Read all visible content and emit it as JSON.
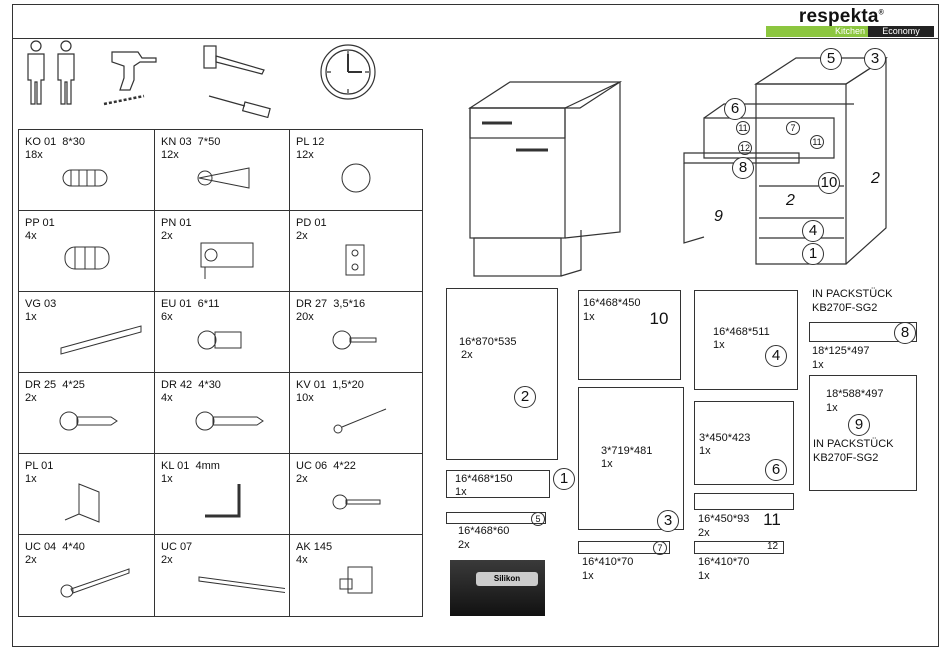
{
  "header": {
    "brand": "respekta",
    "brand_mark": "®",
    "line_kitchen": "Kitchen",
    "line_economy": "Economy"
  },
  "parts": [
    {
      "code": "KO 01  8*30",
      "qty": "18x",
      "icon": "dowel-icon"
    },
    {
      "code": "KN 03  7*50",
      "qty": "12x",
      "icon": "wall-plug-icon"
    },
    {
      "code": "PL 12",
      "qty": "12x",
      "icon": "cover-cap-icon"
    },
    {
      "code": "PP 01",
      "qty": "4x",
      "icon": "adjustable-foot-icon"
    },
    {
      "code": "PN 01",
      "qty": "2x",
      "icon": "hinge-icon"
    },
    {
      "code": "PD 01",
      "qty": "2x",
      "icon": "hinge-plate-icon"
    },
    {
      "code": "VG 03",
      "qty": "1x",
      "icon": "drawer-runner-icon"
    },
    {
      "code": "EU 01  6*11",
      "qty": "6x",
      "icon": "euro-screw-icon"
    },
    {
      "code": "DR 27  3,5*16",
      "qty": "20x",
      "icon": "short-screw-icon"
    },
    {
      "code": "DR 25  4*25",
      "qty": "2x",
      "icon": "screw-25-icon"
    },
    {
      "code": "DR 42  4*30",
      "qty": "4x",
      "icon": "screw-30-icon"
    },
    {
      "code": "KV 01  1,5*20",
      "qty": "10x",
      "icon": "nail-icon"
    },
    {
      "code": "PL 01",
      "qty": "1x",
      "icon": "corner-bracket-icon"
    },
    {
      "code": "KL 01  4mm",
      "qty": "1x",
      "icon": "allen-key-icon"
    },
    {
      "code": "UC 06  4*22",
      "qty": "2x",
      "icon": "handle-screw-22-icon"
    },
    {
      "code": "UC 04  4*40",
      "qty": "2x",
      "icon": "long-screw-icon"
    },
    {
      "code": "UC 07",
      "qty": "2x",
      "icon": "handle-bar-icon"
    },
    {
      "code": "AK 145",
      "qty": "4x",
      "icon": "shelf-support-icon"
    }
  ],
  "panels": {
    "p2": {
      "dims": "16*870*535",
      "qty": "2x",
      "num": "2"
    },
    "p1": {
      "dims": "16*468*150",
      "qty": "1x",
      "num": "1"
    },
    "p5": {
      "dims": "16*468*60",
      "qty": "2x",
      "num": "5"
    },
    "p10": {
      "dims": "16*468*450",
      "qty": "1x",
      "num": "10"
    },
    "p3": {
      "dims": "3*719*481",
      "qty": "1x",
      "num": "3"
    },
    "p7": {
      "dims": "16*410*70",
      "qty": "1x",
      "num": "7"
    },
    "p4": {
      "dims": "16*468*511",
      "qty": "1x",
      "num": "4"
    },
    "p6": {
      "dims": "3*450*423",
      "qty": "1x",
      "num": "6"
    },
    "p11": {
      "dims": "16*450*93",
      "qty": "2x",
      "num": "11"
    },
    "p12": {
      "dims": "16*410*70",
      "qty": "1x",
      "num": "12"
    },
    "p8": {
      "note": "IN PACKSTÜCK",
      "pack": "KB270F-SG2",
      "dims": "18*125*497",
      "qty": "1x",
      "num": "8"
    },
    "p9": {
      "dims": "18*588*497",
      "qty": "1x",
      "num": "9",
      "note": "IN PACKSTÜCK",
      "pack": "KB270F-SG2"
    }
  },
  "silicone_label": "Silikon",
  "exploded_numbers": [
    "5",
    "3",
    "6",
    "11",
    "7",
    "12",
    "11",
    "8",
    "10",
    "2",
    "9",
    "2",
    "4",
    "1"
  ]
}
